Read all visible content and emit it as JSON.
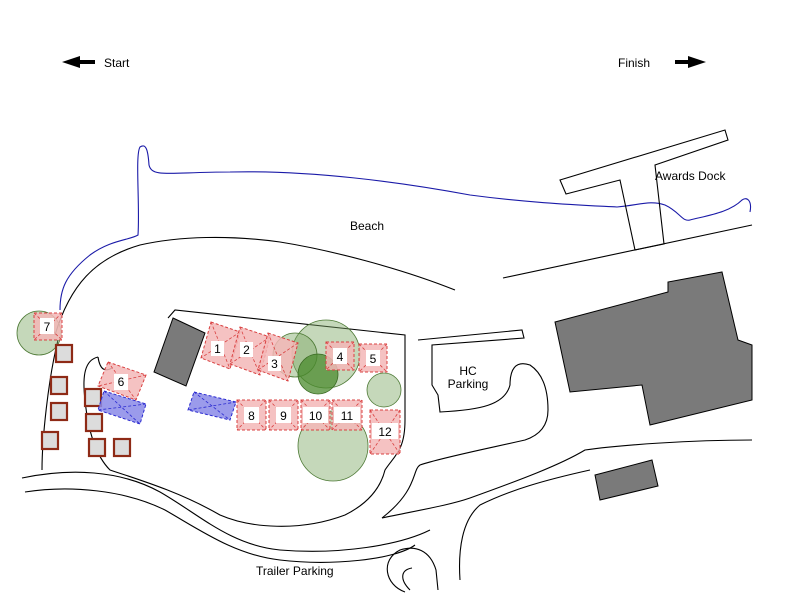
{
  "labels": {
    "start": "Start",
    "finish": "Finish",
    "beach": "Beach",
    "awards_dock": "Awards Dock",
    "hc_parking_line1": "HC",
    "hc_parking_line2": "Parking",
    "trailer_parking": "Trailer Parking"
  },
  "stations": [
    "1",
    "2",
    "3",
    "4",
    "5",
    "6",
    "7",
    "8",
    "9",
    "10",
    "11",
    "12"
  ],
  "colors": {
    "tent_fill": "#f3b7b7",
    "tent_stroke": "#d94040",
    "blue_area": "#8a8ae8",
    "tree": "#7fa865",
    "building": "#7a7a7a",
    "booth_border": "#8e2a16",
    "shoreline": "#1a1aa8"
  },
  "icons": {
    "start": "arrow-left-icon",
    "finish": "arrow-right-icon"
  }
}
